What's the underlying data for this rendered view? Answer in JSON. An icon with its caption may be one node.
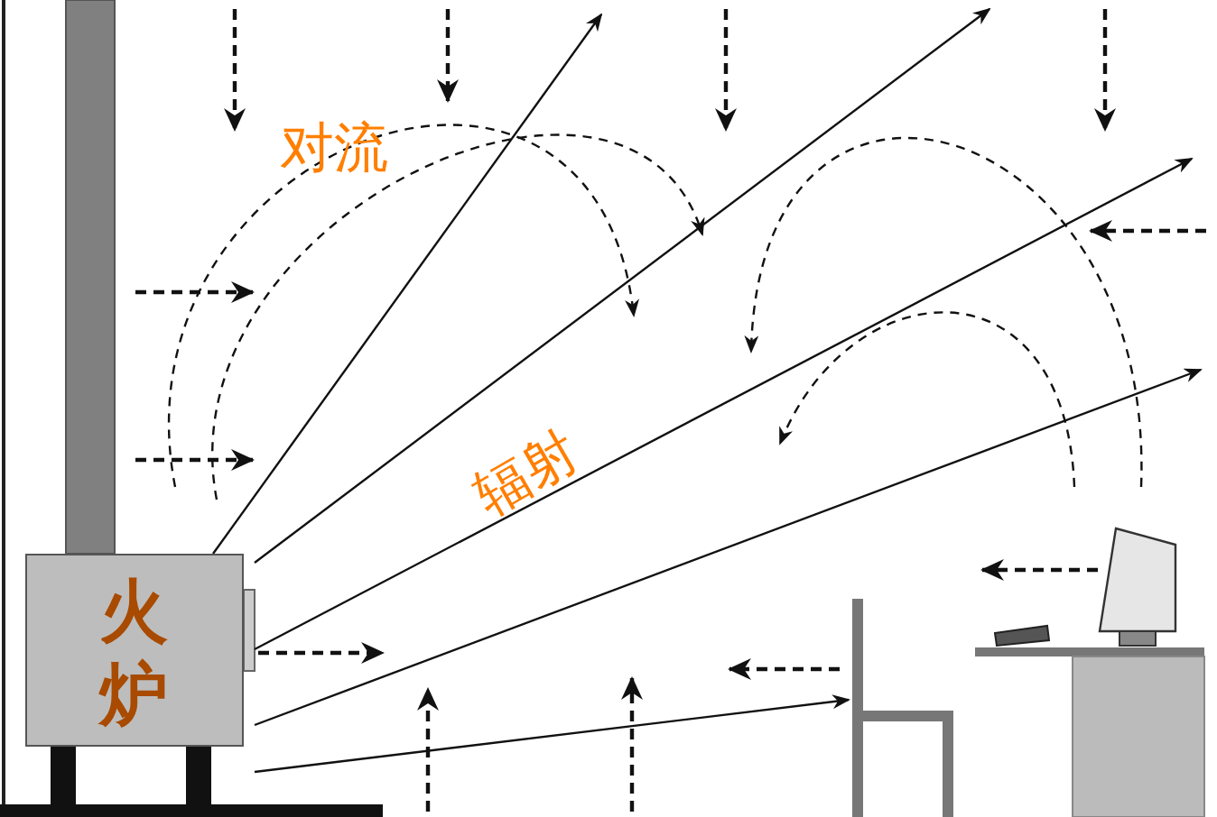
{
  "diagram": {
    "nodes": [
      {
        "text": [],
        "shape": "bar"
      },
      {
        "text": [
          "火炉"
        ]
      },
      {
        "text": [],
        "shape": "picture"
      }
    ],
    "edges": [
      {
        "from": 1,
        "to": null,
        "arrow": "to"
      },
      {
        "from": 1,
        "to": null,
        "arrow": "to"
      },
      {
        "from": 1,
        "to": null,
        "arrow": "to"
      },
      {
        "from": 1,
        "to": null,
        "arrow": "to"
      },
      {
        "from": 1,
        "to": 2,
        "arrow": "to"
      },
      {
        "from": 1,
        "to": null,
        "arrow": "to",
        "style": "dashed"
      }
    ],
    "labels": [
      "对流",
      "辐射"
    ]
  }
}
